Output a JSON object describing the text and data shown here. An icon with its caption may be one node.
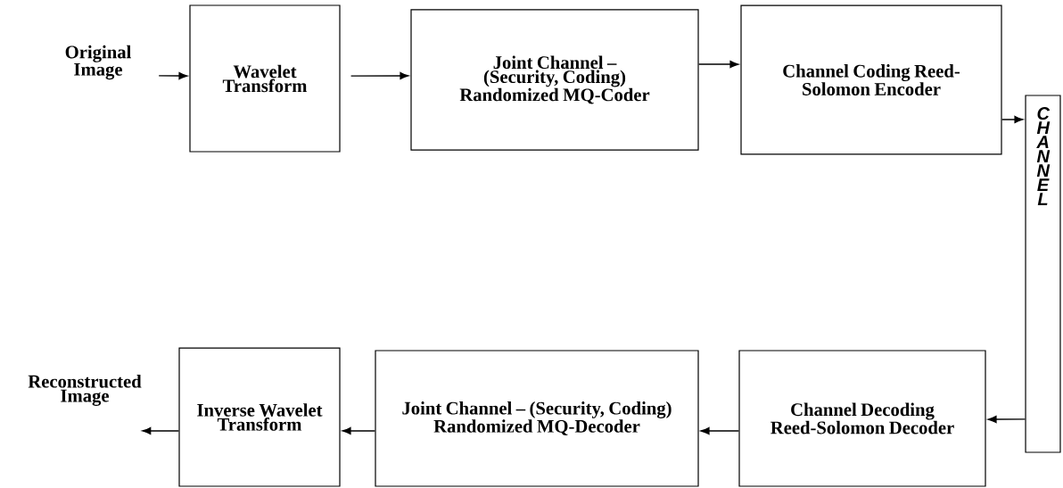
{
  "diagram": {
    "nodes": [
      {
        "text": [
          "Original Image"
        ]
      },
      {
        "text": [
          "Wavelet Transform"
        ]
      },
      {
        "text": [
          "Joint Channel – (Security, Coding) Randomized MQ-Coder"
        ]
      },
      {
        "text": [
          "Channel Coding Reed-Solomon Encoder"
        ]
      },
      {
        "text": [
          "CHANNEL"
        ]
      },
      {
        "text": [
          "Channel Decoding Reed-Solomon Decoder"
        ]
      },
      {
        "text": [
          "Joint Channel – (Security, Coding) Randomized MQ-Decoder"
        ]
      },
      {
        "text": [
          "Inverse Wavelet Transform"
        ]
      },
      {
        "text": [
          "Reconstructed Image"
        ]
      }
    ],
    "edges": [
      {
        "from": 0,
        "to": 1,
        "arrow": "to"
      },
      {
        "from": 1,
        "to": 2,
        "arrow": "to"
      },
      {
        "from": 2,
        "to": 3,
        "arrow": "to"
      },
      {
        "from": 3,
        "to": 4,
        "arrow": "to"
      },
      {
        "from": 4,
        "to": 5,
        "arrow": "to"
      },
      {
        "from": 5,
        "to": 6,
        "arrow": "to"
      },
      {
        "from": 6,
        "to": 7,
        "arrow": "to"
      },
      {
        "from": 7,
        "to": 8,
        "arrow": "to"
      }
    ]
  }
}
